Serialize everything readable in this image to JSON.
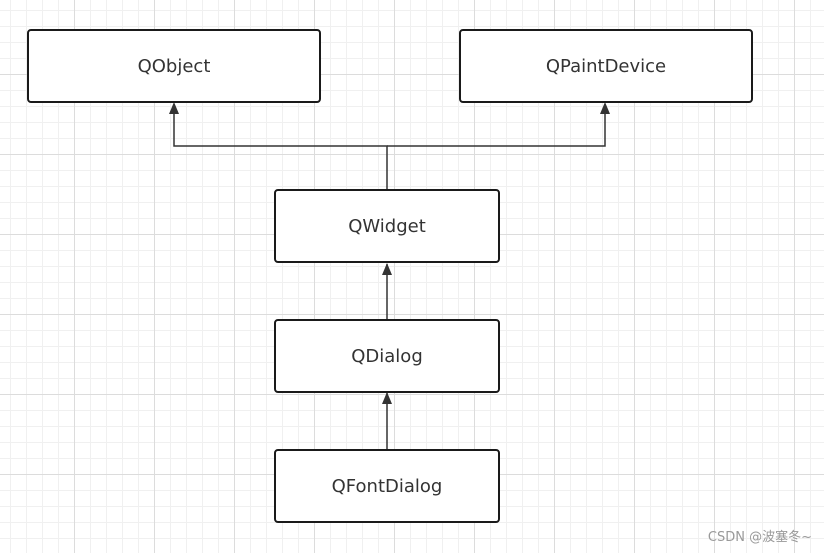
{
  "nodes": {
    "qobject": "QObject",
    "qpaintdevice": "QPaintDevice",
    "qwidget": "QWidget",
    "qdialog": "QDialog",
    "qfontdialog": "QFontDialog"
  },
  "watermark": "CSDN @波塞冬~",
  "colors": {
    "stroke": "#1a1a1a",
    "edge": "#333333",
    "text": "#333333",
    "grid": "#dcdcdc"
  }
}
